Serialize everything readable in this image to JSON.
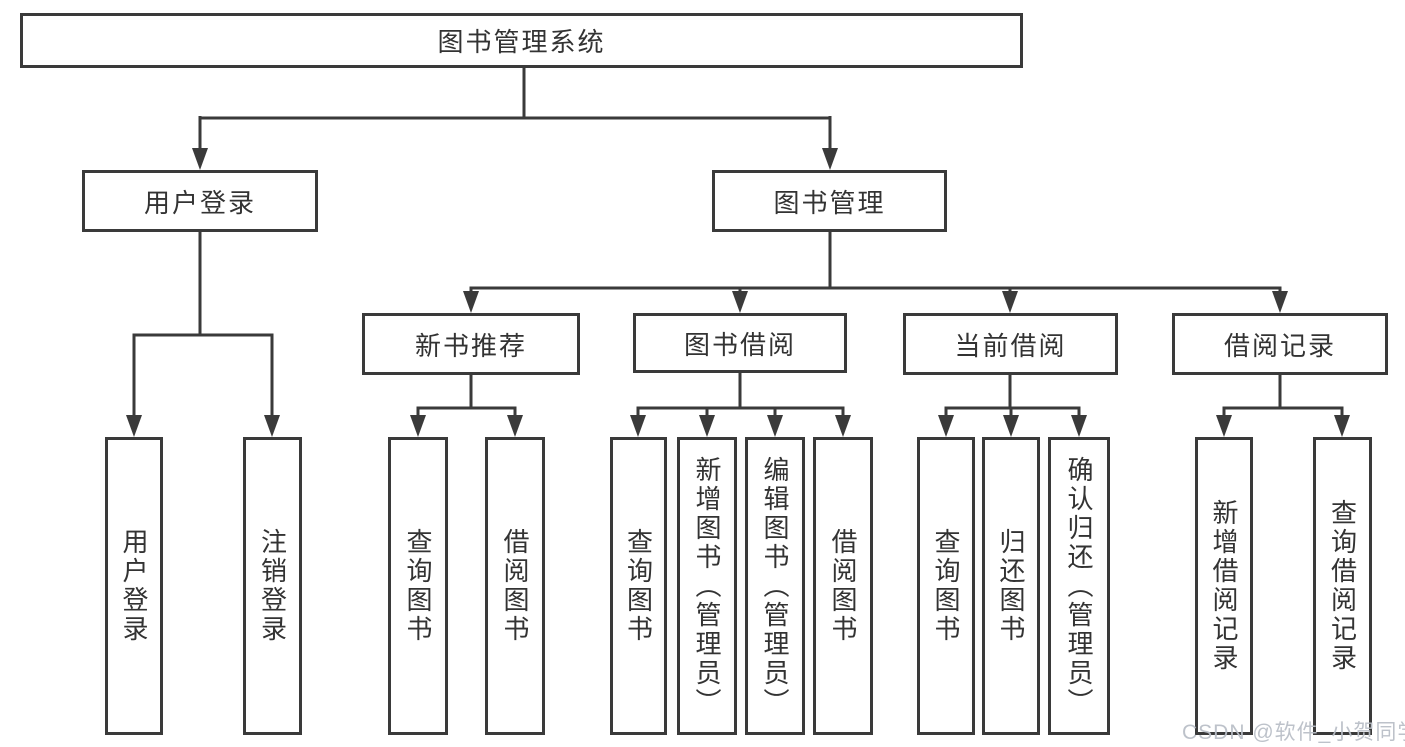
{
  "diagram": {
    "type": "org-chart",
    "watermark": "CSDN @软件_小贺同学",
    "colors": {
      "line": "#3a3a3a",
      "box_border": "#3a3a3a",
      "text": "#333333",
      "background": "#ffffff",
      "watermark": "#b9bfc7"
    },
    "nodes": {
      "root": "图书管理系统",
      "login": {
        "label": "用户登录",
        "children": [
          "用户登录",
          "注销登录"
        ]
      },
      "mgmt": {
        "label": "图书管理"
      },
      "newbook": {
        "label": "新书推荐",
        "children": [
          "查询图书",
          "借阅图书"
        ]
      },
      "borrow": {
        "label": "图书借阅",
        "children": [
          "查询图书",
          "新增图书（管理员）",
          "编辑图书（管理员）",
          "借阅图书"
        ]
      },
      "current": {
        "label": "当前借阅",
        "children": [
          "查询图书",
          "归还图书",
          "确认归还（管理员）"
        ]
      },
      "records": {
        "label": "借阅记录",
        "children": [
          "新增借阅记录",
          "查询借阅记录"
        ]
      }
    }
  }
}
